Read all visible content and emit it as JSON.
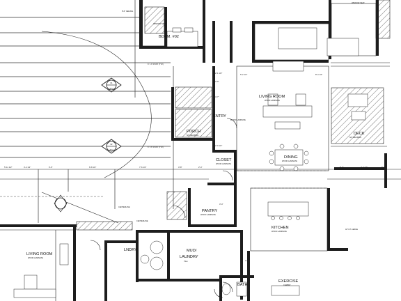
{
  "rooms": {
    "bedroom": "BDRM. #02",
    "living_room_main": "LIVING ROOM",
    "living_room_main_floor": "WOOD LAMINATE",
    "entry": "ENTRY",
    "entry_floor": "WOOD LAMINATE",
    "porch": "PORCH",
    "porch_floor": "5/4\" DECKING",
    "deck": "DECK",
    "deck_floor": "5/4\" DECKING",
    "closet": "CLOSET",
    "closet_floor": "WOOD LAMINATE",
    "dining": "DINING",
    "dining_floor": "WOOD LAMINATE",
    "pantry": "PANTRY",
    "pantry_floor": "WOOD LAMINATE",
    "kitchen": "KITCHEN",
    "kitchen_floor": "WOOD LAMINATE",
    "living_room_left": "LIVING ROOM",
    "living_room_left_floor": "WOOD LAMINATE",
    "laundry_small": "LNDRY",
    "mud_laundry_line1": "MUD/",
    "mud_laundry_line2": "LAUNDRY",
    "mud_laundry_floor": "TILE",
    "bath": "BATH",
    "exercise": "EXERCISE",
    "exercise_floor": "CARPET"
  },
  "section_markers": [
    {
      "number": "01",
      "sheet": "A5.2"
    },
    {
      "number": "02",
      "sheet": "A5.2"
    }
  ],
  "notes": {
    "ceiling_top": "8'-0\" CEILING",
    "window_seat": "WINDOW SEAT",
    "window_seat_right": "WINDOW SEAT",
    "post": "6\" x 6\" POST (TYP.)",
    "post_2": "6\" x 6\" POST (TYP.)",
    "centerline": "CENTERLINE",
    "centerline_2": "CENTERLINE",
    "ledge": "42\" HT. LEDGE"
  },
  "dimensions": {
    "top_row": [
      "5'-11 1/2\"",
      "4'-4 1/2\"",
      "6'-6\"",
      "6'-8 1/2\"",
      "7'-6 1/2\"",
      "3'-8\"",
      "2'-4\"",
      "5'-3\"",
      "4'-3 1/2\"",
      "6'-0\""
    ],
    "vertical": [
      "2'-1 1/2\"",
      "3'-0\"",
      "4'-7\"",
      "2'-0 1/2\""
    ],
    "mid": [
      "5'-2 1/2\"",
      "8'-4 1/2\"",
      "3'-4\"",
      "4'-6\""
    ]
  }
}
